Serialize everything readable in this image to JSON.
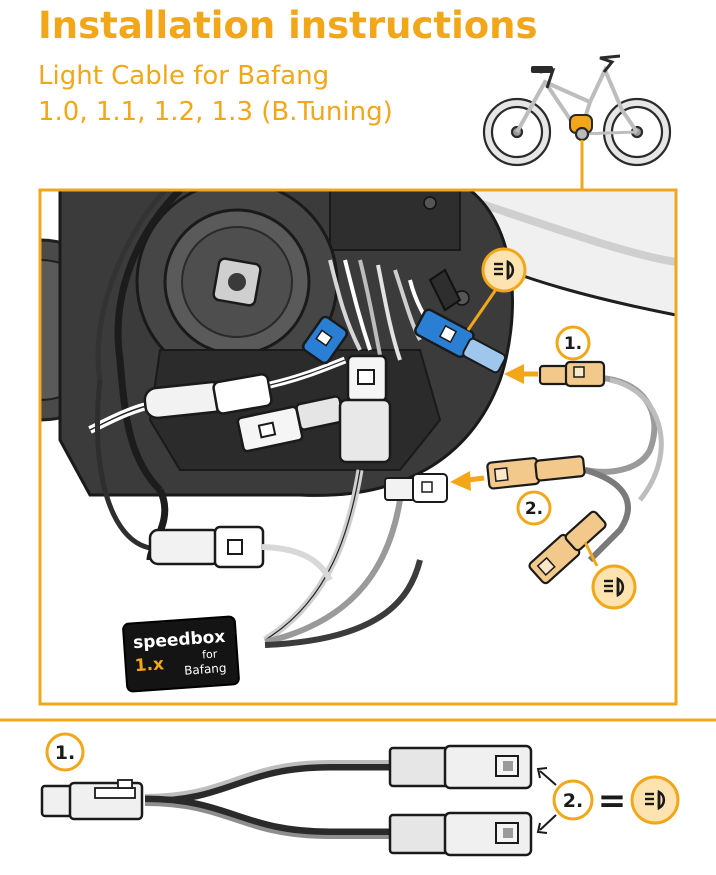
{
  "header": {
    "title": "Installation instructions",
    "subtitle_line1": "Light Cable for Bafang",
    "subtitle_line2": "1.0, 1.1, 1.2, 1.3 (B.Tuning)"
  },
  "steps": {
    "step1": "1.",
    "step2": "2.",
    "bottom_step1": "1.",
    "bottom_step2": "2.",
    "equals": "="
  },
  "speedbox": {
    "brand": "speedbox",
    "version": "1.x",
    "for_label": "for",
    "motor": "Bafang"
  },
  "colors": {
    "accent": "#f2a71b",
    "dark": "#2a2a2a",
    "connector_blue": "#2a7fd4",
    "connector_orange": "#f3c98b"
  },
  "icons": [
    "e-bike-icon",
    "headlight-icon",
    "arrow-icon"
  ]
}
